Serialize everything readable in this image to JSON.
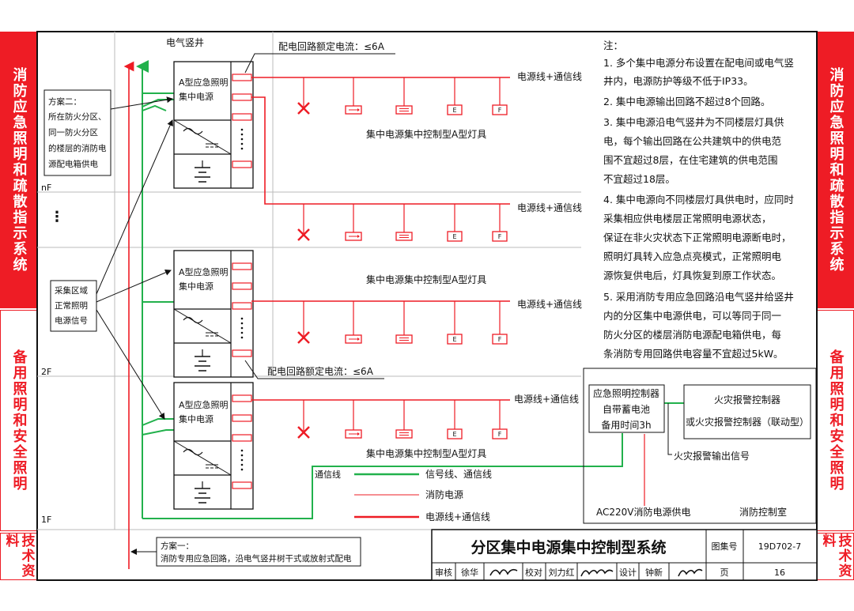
{
  "sidebar_left": {
    "section_1": "消防应急照明和疏散指示系统",
    "section_2": "备用照明和安全照明",
    "section_3": "技术资料"
  },
  "sidebar_right": {
    "section_1": "消防应急照明和疏散指示系统",
    "section_2": "备用照明和安全照明",
    "section_3": "技术资料"
  },
  "diagram": {
    "riser_label": "电气竖井",
    "circuit_current_top": "配电回路额定电流：≤6A",
    "circuit_current_mid": "配电回路额定电流：≤6A",
    "floor_labels": {
      "nf": "nF",
      "f2": "2F",
      "f1": "1F"
    },
    "vertical_ellipsis": "⋮",
    "scheme2_label": [
      "方案二：",
      "所在防火分区、",
      "同一防火分区",
      "的楼层的消防电",
      "源配电箱供电"
    ],
    "collect_label": [
      "采集区域",
      "正常照明",
      "电源信号"
    ],
    "scheme1_label": [
      "方案一：",
      "消防专用应急回路，沿电气竖井树干式或放射式配电"
    ],
    "power_unit_label": [
      "A型应急照明",
      "集中电源"
    ],
    "power_comm_line": "电源线+通信线",
    "fixture_group_label": "集中电源集中控制型A型灯具",
    "fixture_symbols": {
      "exit": "E",
      "floor": "F"
    },
    "controller": [
      "应急照明控制器",
      "自带蓄电池",
      "备用时间3h"
    ],
    "fire_alarm": [
      "火灾报警控制器",
      "或火灾报警控制器（联动型）"
    ],
    "fire_alarm_signal": "火灾报警输出信号",
    "comm_line_label": "通信线",
    "ac_supply": "AC220V消防电源供电",
    "control_room": "消防控制室",
    "legend": {
      "signal": "信号线、通信线",
      "fire_power": "消防电源",
      "power_comm": "电源线+通信线"
    }
  },
  "notes": {
    "heading": "注：",
    "lines": [
      "1.  多个集中电源分布设置在配电间或电气竖",
      "     井内，电源防护等级不低于IP33。",
      "2.  集中电源输出回路不超过8个回路。",
      "3.  集中电源沿电气竖井为不同楼层灯具供",
      "     电，每个输出回路在公共建筑中的供电范",
      "     围不宜超过8层，在住宅建筑的供电范围",
      "     不宜超过18层。",
      "4.  集中电源向不同楼层灯具供电时，应同时",
      "     采集相应供电楼层正常照明电源状态，",
      "     保证在非火灾状态下正常照明电源断电时，",
      "     照明灯具转入应急点亮模式，正常照明电",
      "     源恢复供电后，灯具恢复到原工作状态。",
      "5.  采用消防专用应急回路沿电气竖井给竖井",
      "     内的分区集中电源供电，可以等同于同一",
      "     防火分区的楼层消防电源配电箱供电，每",
      "     条消防专用回路供电容量不宜超过5kW。"
    ]
  },
  "title_block": {
    "title": "分区集中电源集中控制型系统",
    "atlas_label": "图集号",
    "atlas_no": "19D702-7",
    "review_label": "审核",
    "reviewer": "徐华",
    "check_label": "校对",
    "checker": "刘力红",
    "design_label": "设计",
    "designer": "钟新",
    "page_label": "页",
    "page_no": "16"
  },
  "colors": {
    "red": "#ee1c25",
    "green": "#22b14c",
    "line": "#111111"
  }
}
